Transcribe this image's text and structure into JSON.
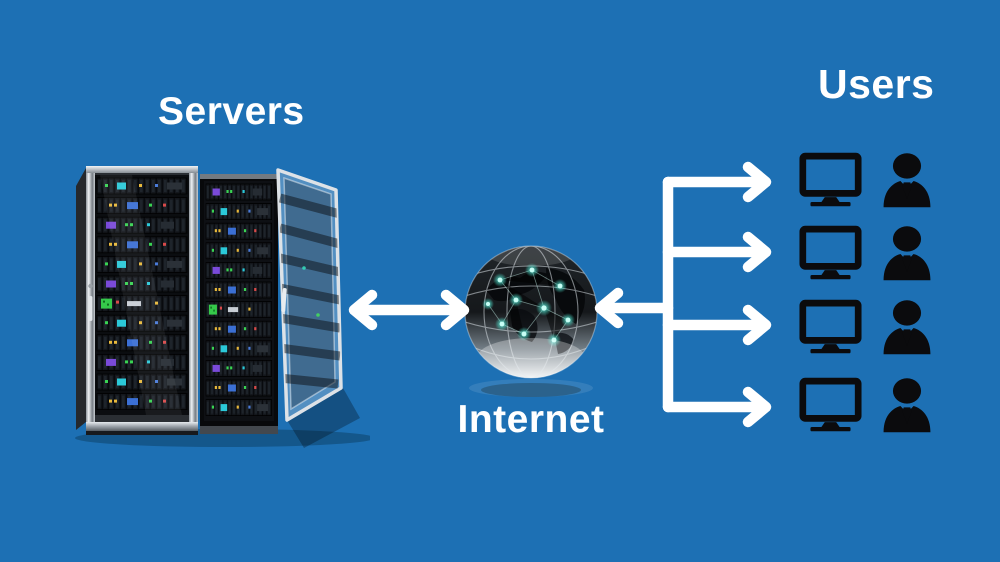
{
  "canvas": {
    "background_color": "#1d70b4",
    "line_color": "#ffffff",
    "icon_color": "#0b0b0d",
    "node_glow_color": "#53e8d4"
  },
  "labels": {
    "servers": "Servers",
    "internet": "Internet",
    "users": "Users"
  },
  "diagram": {
    "type": "network-topology",
    "nodes": [
      {
        "id": "servers",
        "label": "Servers",
        "icon": "server-rack-icon"
      },
      {
        "id": "internet",
        "label": "Internet",
        "icon": "globe-icon"
      },
      {
        "id": "users",
        "label": "Users",
        "icon": "monitor-user-icon",
        "count": 4
      }
    ],
    "connections": [
      {
        "from": "servers",
        "to": "internet",
        "style": "double-headed-arrow"
      },
      {
        "from": "internet",
        "to": "users",
        "style": "fan-out",
        "branches": 4
      }
    ]
  }
}
